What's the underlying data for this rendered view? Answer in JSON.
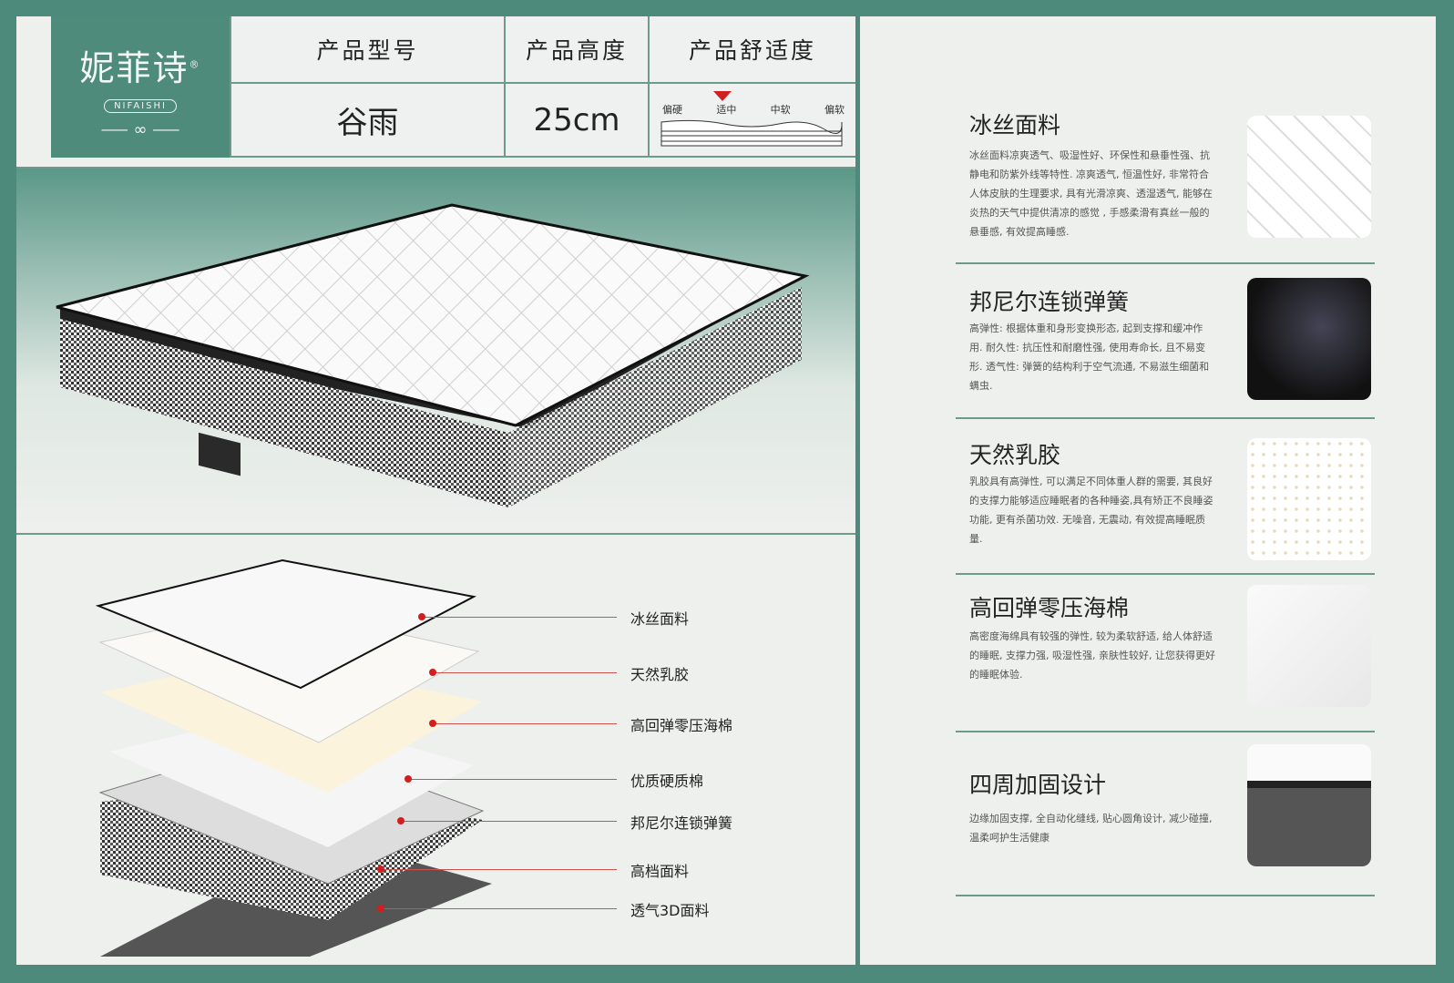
{
  "brand": {
    "name_cn": "妮菲诗",
    "name_en": "NIFAISHI",
    "registered": "®"
  },
  "spec_table": {
    "headers": [
      "产品型号",
      "产品高度",
      "产品舒适度"
    ],
    "model": "谷雨",
    "height": "25cm",
    "comfort_scale": [
      "偏硬",
      "适中",
      "中软",
      "偏软"
    ],
    "comfort_selected": "适中"
  },
  "layers": [
    "冰丝面料",
    "天然乳胶",
    "高回弹零压海棉",
    "优质硬质棉",
    "邦尼尔连锁弹簧",
    "高档面料",
    "透气3D面料"
  ],
  "features": [
    {
      "title": "冰丝面料",
      "desc": "冰丝面料凉爽透气、吸湿性好、环保性和悬垂性强、抗静电和防紫外线等特性. 凉爽透气, 恒温性好, 非常符合人体皮肤的生理要求, 具有光滑凉爽、透湿透气, 能够在炎热的天气中提供清凉的感觉 , 手感柔滑有真丝一般的悬垂感, 有效提高睡感."
    },
    {
      "title": "邦尼尔连锁弹簧",
      "desc": "高弹性: 根据体重和身形变换形态, 起到支撑和缓冲作用. 耐久性: 抗压性和耐磨性强, 使用寿命长, 且不易变形. 透气性: 弹簧的结构利于空气流通, 不易滋生细菌和螨虫."
    },
    {
      "title": "天然乳胶",
      "desc": "乳胶具有高弹性, 可以满足不同体重人群的需要, 其良好的支撑力能够适应睡眠者的各种睡姿,具有矫正不良睡姿功能, 更有杀菌功效. 无噪音, 无震动, 有效提高睡眠质量."
    },
    {
      "title": "高回弹零压海棉",
      "desc": "高密度海绵具有较强的弹性, 较为柔软舒适, 给人体舒适的睡眠, 支撑力强, 吸湿性强, 亲肤性较好, 让您获得更好的睡眠体验."
    },
    {
      "title": "四周加固设计",
      "desc": "边缘加固支撑, 全自动化缝线, 贴心圆角设计, 减少碰撞, 温柔呵护生活健康"
    }
  ],
  "colors": {
    "frame": "#4d8a7b",
    "panel": "#eef0ee",
    "accent_red": "#d21e1e"
  }
}
